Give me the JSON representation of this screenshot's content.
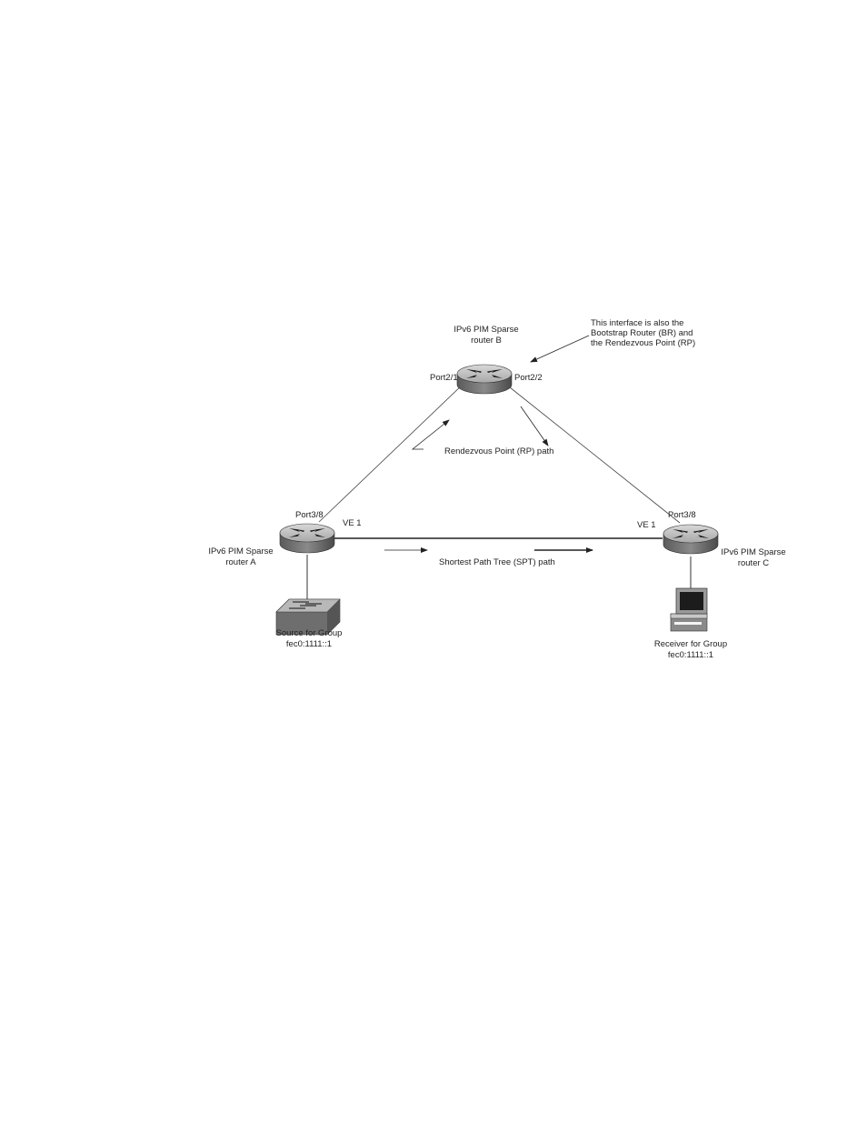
{
  "router_b": {
    "title_line1": "IPv6 PIM Sparse",
    "title_line2": "router B",
    "port_left": "Port2/1",
    "port_right": "Port2/2"
  },
  "router_a": {
    "title_line1": "IPv6 PIM Sparse",
    "title_line2": "router A",
    "port": "Port3/8",
    "ve": "VE 1"
  },
  "router_c": {
    "title_line1": "IPv6 PIM Sparse",
    "title_line2": "router C",
    "port": "Port3/8",
    "ve": "VE 1"
  },
  "annotation": {
    "line1": "This interface is also the",
    "line2": "Bootstrap Router (BR) and",
    "line3": "the Rendezvous Point (RP)"
  },
  "rp_path_label": "Rendezvous Point (RP) path",
  "spt_path_label": "Shortest Path Tree (SPT) path",
  "source": {
    "line1": "Source for Group",
    "line2": "fec0:1111::1"
  },
  "receiver": {
    "line1": "Receiver for Group",
    "line2": "fec0:1111::1"
  },
  "icons": {
    "router": "router-icon",
    "switch": "switch-icon",
    "workstation": "computer-icon"
  }
}
